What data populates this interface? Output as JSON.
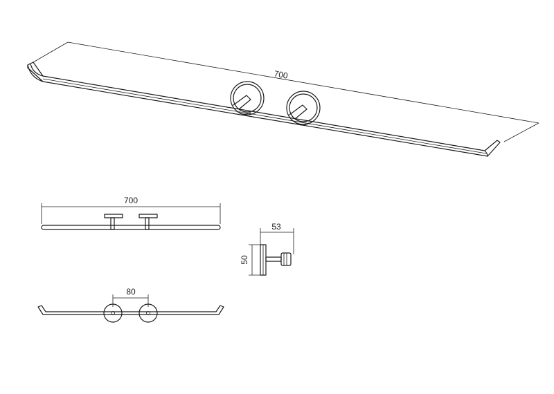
{
  "dimensions": {
    "iso_length": "700",
    "front_length": "700",
    "top_spacing": "80",
    "side_depth": "53",
    "side_height": "50"
  }
}
